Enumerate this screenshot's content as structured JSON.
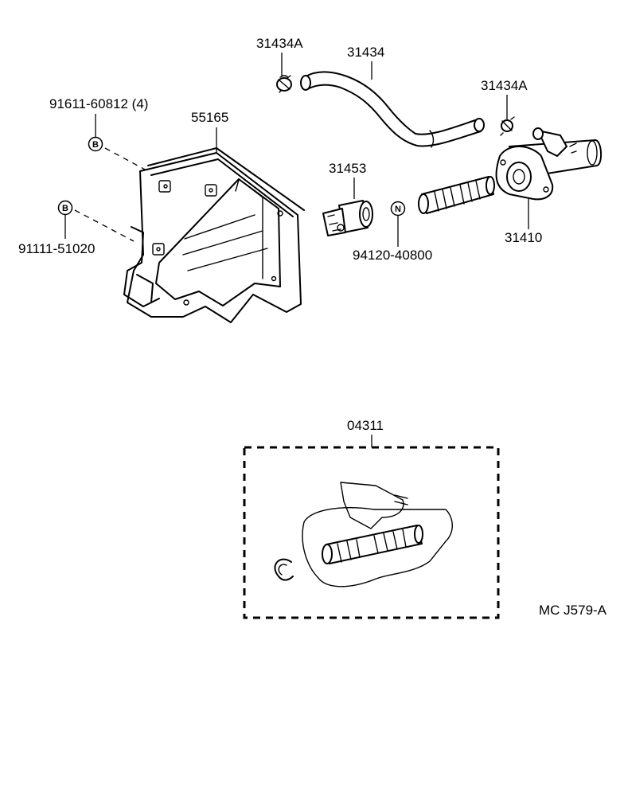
{
  "parts": {
    "clamp_left": "31434A",
    "hose": "31434",
    "clamp_right": "31434A",
    "bolt_b": "91611-60812 (4)",
    "bracket": "55165",
    "push_rod": "31453",
    "bolt_b2": "91111-51020",
    "nut": "94120-40800",
    "master_cylinder": "31410",
    "repair_kit": "04311"
  },
  "markers": {
    "b": "B",
    "n": "N"
  },
  "reference_code": "MC J579-A"
}
